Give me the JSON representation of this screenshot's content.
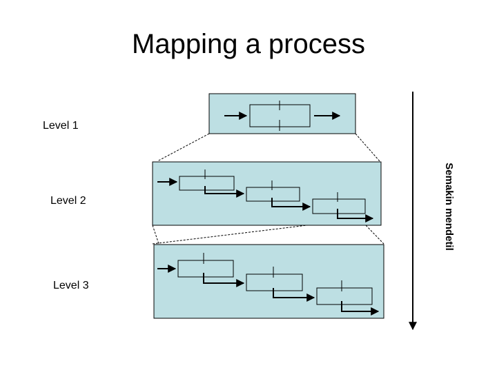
{
  "title": "Mapping a process",
  "levels": [
    {
      "label": "Level 1"
    },
    {
      "label": "Level 2"
    },
    {
      "label": "Level 3"
    }
  ],
  "axis_label": "Semakin mendetil",
  "colors": {
    "panel_fill": "#bddfe3",
    "stroke": "#000000"
  }
}
